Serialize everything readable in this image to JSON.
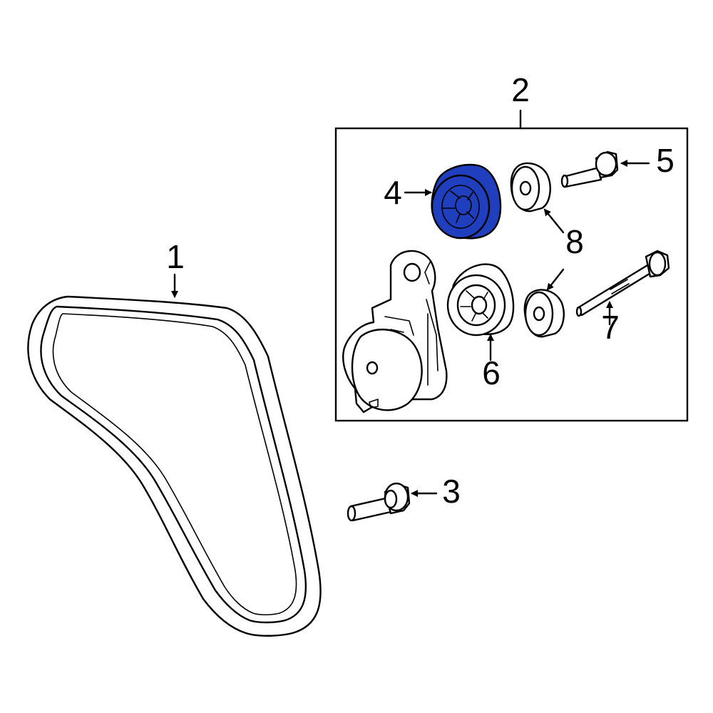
{
  "diagram": {
    "highlight_color": "#1f3fbf",
    "callouts": [
      {
        "id": "1",
        "label": "1"
      },
      {
        "id": "2",
        "label": "2"
      },
      {
        "id": "3",
        "label": "3"
      },
      {
        "id": "4",
        "label": "4"
      },
      {
        "id": "5",
        "label": "5"
      },
      {
        "id": "6",
        "label": "6"
      },
      {
        "id": "7",
        "label": "7"
      },
      {
        "id": "8",
        "label": "8"
      }
    ],
    "highlighted_part": "4"
  }
}
